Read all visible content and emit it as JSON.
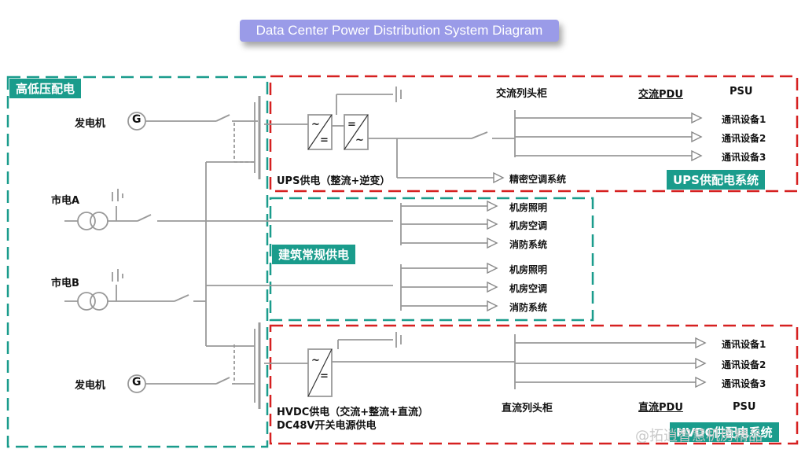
{
  "title": "Data Center Power Distribution System Diagram",
  "sections": {
    "hv": "高低压配电",
    "ups": "UPS供配电系统",
    "building": "建筑常规供电",
    "hvdc": "HVDC供配电系统"
  },
  "sources": {
    "gen_top": "发电机",
    "gen_bottom": "发电机",
    "mains_a": "市电A",
    "mains_b": "市电B",
    "gen_symbol": "G"
  },
  "ups": {
    "supply": "UPS供电（整流+逆变）",
    "ac_cabinet": "交流列头柜",
    "pdu": "交流PDU",
    "psu": "PSU",
    "aircon": "精密空调系统",
    "devices": [
      "通讯设备1",
      "通讯设备2",
      "通讯设备3"
    ]
  },
  "building": {
    "group1": [
      "机房照明",
      "机房空调",
      "消防系统"
    ],
    "group2": [
      "机房照明",
      "机房空调",
      "消防系统"
    ]
  },
  "hvdc": {
    "supply_line1": "HVDC供电（交流+整流+直流）",
    "supply_line2": "DC48V开关电源供电",
    "dc_cabinet": "直流列头柜",
    "pdu": "直流PDU",
    "psu": "PSU",
    "devices": [
      "通讯设备1",
      "通讯设备2",
      "通讯设备3"
    ]
  },
  "watermark": "@拓逍智慧机房精品",
  "colors": {
    "teal": "#1a9c8c",
    "red": "#d62020",
    "line": "#999999",
    "title_bg": "#9a9be8"
  }
}
